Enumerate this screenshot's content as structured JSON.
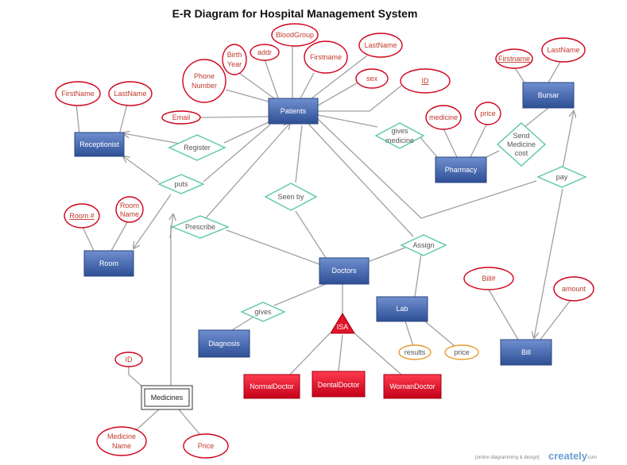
{
  "title": "E-R Diagram for Hospital Management System",
  "colors": {
    "entity_fill": "#3f63a8",
    "subtype_fill": "#e0142a",
    "attribute_stroke": "#d0021b",
    "relationship_stroke": "#5ac9a0",
    "line": "#a0a0a0",
    "lab_attr_stroke": "#e89a2c"
  },
  "entities": {
    "patients": "Patients",
    "bursar": "Bursar",
    "receptionist": "Receptionist",
    "pharmacy": "Pharmacy",
    "room": "Room",
    "doctors": "Doctors",
    "lab": "Lab",
    "diagnosis": "Diagnosis",
    "bill": "Bill",
    "medicines": "Medicines"
  },
  "subtypes": {
    "isa": "ISA",
    "normal_doctor": "NormalDoctor",
    "dental_doctor": "DentalDoctor",
    "woman_doctor": "WomanDoctor"
  },
  "relationships": {
    "register": "Register",
    "puts": "puts",
    "gives_medicine": [
      "gives",
      "medicine"
    ],
    "send_medicine_cost": [
      "Send",
      "Medicine",
      "cost"
    ],
    "pay": "pay",
    "seen_by": "Seen by",
    "prescribe": "Prescribe",
    "assign": "Assign",
    "gives": "gives"
  },
  "attributes": {
    "patients_bloodgroup": "BloodGroup",
    "patients_addr": "addr",
    "patients_birth_year": [
      "Birth",
      "Year"
    ],
    "patients_firstname": "Firstname",
    "patients_lastname": "LastName",
    "patients_phone": [
      "Phone",
      "Number"
    ],
    "patients_sex": "sex",
    "patients_id": "ID",
    "patients_email": "Email",
    "receptionist_firstname": "FirstName",
    "receptionist_lastname": "LastName",
    "bursar_firstname": "Firstname",
    "bursar_lastname": "LastName",
    "pharmacy_medicine": "medicine",
    "pharmacy_price": "price",
    "room_number": "Room #",
    "room_name": [
      "Room",
      "Name"
    ],
    "bill_number": "Bill#",
    "bill_amount": "amount",
    "lab_results": "results",
    "lab_price": "price",
    "medicines_id": "ID",
    "medicines_name": [
      "Medicine",
      "Name"
    ],
    "medicines_price": "Price"
  },
  "watermark": {
    "tagline": "[online diagramming & design]",
    "brand": "creately",
    "domain": ".com"
  }
}
